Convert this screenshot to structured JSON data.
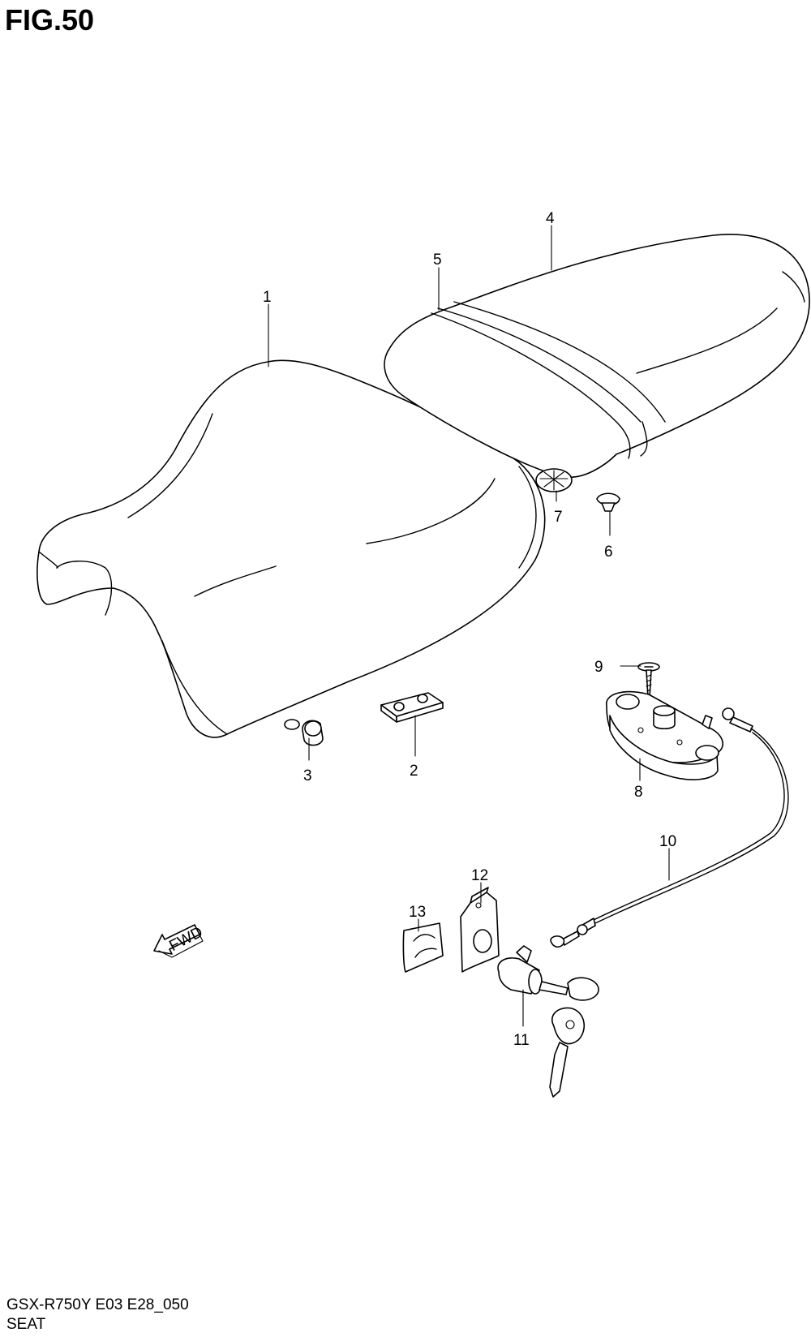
{
  "figure": {
    "title": "FIG.50"
  },
  "footer": {
    "code": "GSX-R750Y E03 E28_050",
    "title": "SEAT"
  },
  "fwd_arrow": {
    "label": "FWD"
  },
  "callouts": [
    {
      "id": "c1",
      "label": "1"
    },
    {
      "id": "c2",
      "label": "2"
    },
    {
      "id": "c3",
      "label": "3"
    },
    {
      "id": "c4",
      "label": "4"
    },
    {
      "id": "c5",
      "label": "5"
    },
    {
      "id": "c6",
      "label": "6"
    },
    {
      "id": "c7",
      "label": "7"
    },
    {
      "id": "c8",
      "label": "8"
    },
    {
      "id": "c9",
      "label": "9"
    },
    {
      "id": "c10",
      "label": "10"
    },
    {
      "id": "c11",
      "label": "11"
    },
    {
      "id": "c12",
      "label": "12"
    },
    {
      "id": "c13",
      "label": "13"
    }
  ]
}
